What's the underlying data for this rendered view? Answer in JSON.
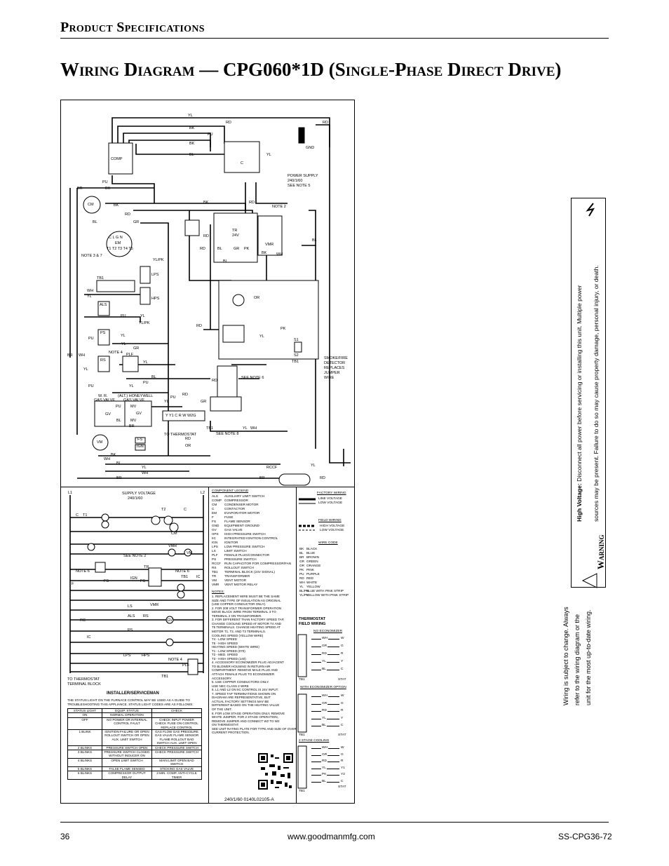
{
  "header": {
    "section": "Product Specifications",
    "title": "Wiring Diagram — CPG060*1D (Single-Phase Direct Drive)"
  },
  "footer": {
    "page": "36",
    "url": "www.goodmanmfg.com",
    "doc": "SS-CPG36-72"
  },
  "warning": {
    "heading": "Warning",
    "hv": "High Voltage:",
    "line1": "Disconnect all power before servicing or installing this unit. Multiple power",
    "line2": "sources may be present. Failure to do so may cause property damage, personal injury, or death."
  },
  "notice": {
    "line1": "Wiring is subject to change. Always",
    "line2": "refer to the wiring diagram or the",
    "line3": "unit for the most up-to-date wiring."
  },
  "diagram_labels": {
    "yl": "YL",
    "bk": "BK",
    "pu": "PU",
    "rd": "RD",
    "bl": "BL",
    "br": "BR",
    "gr": "GR",
    "wh": "WH",
    "or": "OR",
    "pk": "PK",
    "comp": "COMP",
    "cm": "CM",
    "em": "EM",
    "gnd": "GND",
    "c": "C",
    "tr": "TR",
    "v24": "24V",
    "vmr": "VMR",
    "note2": "NOTE 2",
    "power_supply": "POWER SUPPLY",
    "power_supply_val": "240/1/60",
    "see_note5": "SEE NOTE 5",
    "note37": "NOTE 3 & 7",
    "tb1": "TB1",
    "lps": "LPS",
    "hps": "HPS",
    "als": "ALS",
    "ps": "PS",
    "rs": "RS",
    "note4": "NOTE 4",
    "ylpk": "YL/PK",
    "plf": "PLF",
    "wr_gas": "W. R.",
    "gas_valve": "GAS VALVE",
    "alt_honeywell": "(ALT.) HONEYWELL",
    "gv": "GV",
    "mv": "MV",
    "vm": "VM",
    "fs": "FS",
    "ign": "IGN",
    "to_thermostat": "TO THERMOSTAT",
    "see_note8": "SEE NOTE 8",
    "see_note6": "SEE NOTE 6",
    "smoke": "SMOKE/FIRE",
    "detector": "DETECTOR",
    "replaces": "REPLACES",
    "jumper": "JUMPER",
    "wire": "WIRE",
    "s1": "S1",
    "s2": "S2",
    "rccf": "RCCF",
    "stat_terms": "Y  Y1  C  R  W  W2G",
    "cgn": "C  L  G  N",
    "t_row": "T1 T2 T3 T4 T5"
  },
  "schematic": {
    "l1": "L1",
    "l2": "L2",
    "supply": "SUPPLY VOLTAGE",
    "supply_val": "240/1/60",
    "see_note2": "SEE NOTE 2",
    "note6": "NOTE 6",
    "t1": "T1",
    "t2": "T2",
    "c": "C",
    "vmr": "VMR",
    "vm": "VM",
    "cm": "CM",
    "tr": "TR",
    "fs": "FS",
    "ign": "IGN",
    "f": "F",
    "ic": "IC",
    "rc": "RC",
    "ls": "LS",
    "als": "ALS",
    "rs": "RS",
    "ps": "PS",
    "lps": "LPS",
    "hps": "HPS",
    "gv": "GV",
    "note4": "NOTE 4",
    "plf": "PLF",
    "tb1": "TB1",
    "to_tb": "TO THERMOSTAT TERMINAL BLOCK",
    "rccf": "RCCF"
  },
  "legend": {
    "title": "COMPONENT LEGEND",
    "items": [
      [
        "ALS",
        "AUXILIARY LIMIT SWITCH"
      ],
      [
        "COMP",
        "COMPRESSOR"
      ],
      [
        "CM",
        "CONDENSER MOTOR"
      ],
      [
        "C",
        "CONTACTOR"
      ],
      [
        "EM",
        "EVAPORATOR MOTOR"
      ],
      [
        "F",
        "FUSE"
      ],
      [
        "FS",
        "FLAME SENSOR"
      ],
      [
        "GND",
        "EQUIPMENT GROUND"
      ],
      [
        "GV",
        "GAS VALVE"
      ],
      [
        "HPS",
        "HIGH PRESSURE SWITCH"
      ],
      [
        "IIC",
        "INTEGRATED IGNITION CONTROL"
      ],
      [
        "IGN",
        "IGNITOR"
      ],
      [
        "LPS",
        "LOW PRESSURE SWITCH"
      ],
      [
        "LS",
        "LIMIT SWITCH"
      ],
      [
        "PLF",
        "FEMALE PLUG/CONNECTOR"
      ],
      [
        "PS",
        "PRESSURE SWITCH"
      ],
      [
        "RCCF",
        "RUN CAPACITOR FOR COMPRESSOR/FAN"
      ],
      [
        "RS",
        "ROLLOUT SWITCH"
      ],
      [
        "TB1",
        "TERMINAL BLOCK (24V SIGNAL)"
      ],
      [
        "TR",
        "TRANSFORMER"
      ],
      [
        "VM",
        "VENT MOTOR"
      ],
      [
        "VMR",
        "VENT MOTOR RELAY"
      ]
    ],
    "notes_title": "NOTES:",
    "notes": [
      "1. REPLACEMENT WIRE MUST BE THE SAME",
      "SIZE AND TYPE OF INSULATION AS ORIGINAL",
      "(USE COPPER CONDUCTOR ONLY).",
      "2. FOR 208 VOLT TRANSFORMER OPERATION",
      "MOVE BLACK WIRE FROM TERMINAL 3 TO",
      "TERMINAL 2 ON TRANSFORMER.",
      "3. FOR DIFFERENT THAN FACTORY SPEED TAP,",
      "CHANGE COOLING SPEED AT MOTOR T4 AND",
      "T5 TERMINALS. CHANGE HEATING SPEED AT",
      "MOTOR T1, T2, AND T3 TERMINALS.",
      "COOLING SPEED (YELLOW WIRE)",
      "T4 - LOW SPEED",
      "T5 - HIGH SPEED",
      "HEATING SPEED (WHITE WIRE)",
      "T1 - LOW SPEED (070)",
      "T2 - MED. SPEED",
      "T3 - HIGH SPEED (140)",
      "4. ACCESSORY ECONOMIZER PLUG ADJACENT",
      "TO BLOWER HOUSING IN RETURN AIR",
      "COMPARTMENT. REMOVE MALE PLUG AND",
      "ATTACH FEMALE PLUG TO ECONOMIZER",
      "ACCESSORY.",
      "5. USE COPPER CONDUCTORS ONLY.",
      "USE NEC CLASS 2 WIRE",
      "6. L1 AND L2 ON IIC CONTROL IS 24V INPUT.",
      "7. SPEED TAP TERMINATIONS SHOWN ON",
      "DIAGRAM ARE REPRESENTATIVE, BUT",
      "ACTUAL FACTORY SETTINGS MAY BE",
      "DIFFERENT BASED ON THE HEATING VALUE",
      "OF THE UNIT.",
      "8. FOR LOW STAGE OPERATION ONLY, REMOVE",
      "WHITE JUMPER. FOR 2 STAGE OPERATION,",
      "REMOVE JUMPER AND CONNECT W2 TO W2",
      "ON THERMOSTAT.",
      "SEE UNIT RATING PLATE FOR TYPE AND SIZE OF OVER",
      "CURRENT PROTECTION."
    ]
  },
  "wiring_key": {
    "factory": "FACTORY WIRING",
    "line_v": "LINE VOLTAGE",
    "low_v": "LOW VOLTAGE",
    "field": "FIELD WIRING",
    "high_v": "HIGH VOLTAGE",
    "low_v2": "LOW VOLTAGE",
    "codes_title": "WIRE CODE",
    "codes": [
      [
        "BK",
        "BLACK"
      ],
      [
        "BL",
        "BLUE"
      ],
      [
        "BR",
        "BROWN"
      ],
      [
        "GR",
        "GREEN"
      ],
      [
        "OR",
        "ORANGE"
      ],
      [
        "PK",
        "PINK"
      ],
      [
        "PU",
        "PURPLE"
      ],
      [
        "RD",
        "RED"
      ],
      [
        "WH",
        "WHITE"
      ],
      [
        "YL",
        "YELLOW"
      ],
      [
        "BL/PK",
        "BLUE WITH PINK STRIP"
      ],
      [
        "YL/PK",
        "YELLOW WITH PINK STRIP"
      ]
    ]
  },
  "thermostat": {
    "title": "THERMOSTAT",
    "field": "FIELD WIRING",
    "no_econ": "NO ECONOMIZER",
    "with_econ": "WITH ECONOMIZER OPTION",
    "two_stage": "2 STAGE COOLING",
    "stat": "STAT",
    "tb1": "TB1",
    "rows_a": [
      [
        "WH",
        "W"
      ],
      [
        "GR",
        "G"
      ],
      [
        "RD",
        "R"
      ],
      [
        "YL",
        "Y"
      ],
      [
        "BL",
        "C"
      ]
    ],
    "rows_b": [
      [
        "WH",
        "W"
      ],
      [
        "GR",
        "G"
      ],
      [
        "RD",
        "R"
      ],
      [
        "YL",
        "Y"
      ],
      [
        "BL",
        "C"
      ]
    ],
    "rows_c": [
      [
        "WH",
        "W"
      ],
      [
        "GR",
        "G"
      ],
      [
        "RD",
        "R"
      ],
      [
        "YL",
        "Y1"
      ],
      [
        "PK",
        "Y2"
      ],
      [
        "BL",
        "C"
      ]
    ]
  },
  "installer": {
    "title": "INSTALLER/SERVICEMAN",
    "intro1": "THE STATUS LIGHT ON THE FURNACE CONTROL MAY BE USED AS A GUIDE TO",
    "intro2": "TROUBLESHOOTING THIS APPLIANCE. STATUS LIGHT CODES ARE AS FOLLOWS:",
    "head": [
      "STATUS LIGHT",
      "EQUIP. STATUS",
      "CHECK"
    ],
    "rows": [
      [
        "ON",
        "NORMAL OPERATION",
        ""
      ],
      [
        "OFF",
        "NO POWER OR INTERNAL CONTROL FAULT",
        "CHECK INPUT POWER CHECK FUSE ON CONTROL REPLACE CONTROL"
      ],
      [
        "1 BLINK",
        "IGNITION FAILURE OR OPEN ROLLOUT SWITCH OR OPEN AUX. LIMIT SWITCH",
        "GAS FLOW GAS PRESSURE GAS VALVE FLAME SENSOR FLAME ROLLOUT BAD SWITCH AUX. LIMIT OPEN"
      ],
      [
        "2 BLINKS",
        "PRESSURE SWITCH OPEN",
        "CHECK PRESSURE SWITCH"
      ],
      [
        "3 BLINKS",
        "PRESSURE SWITCH CLOSED WITHOUT INDUCER ON",
        "CHECK PRESSURE SWITCH"
      ],
      [
        "4 BLINKS",
        "OPEN LIMIT SWITCH",
        "MAIN LIMIT OPEN BAD SWITCH"
      ],
      [
        "5 BLINKS",
        "FALSE FLAME SENSED",
        "STICKING GAS VALVE"
      ],
      [
        "6 BLINKS",
        "COMPRESSOR OUTPUT DELAY",
        "3 MIN. COMP. ANTI-CYCLE TIMER"
      ]
    ]
  },
  "drawing_no": "240/1/60     0140L02105-A"
}
